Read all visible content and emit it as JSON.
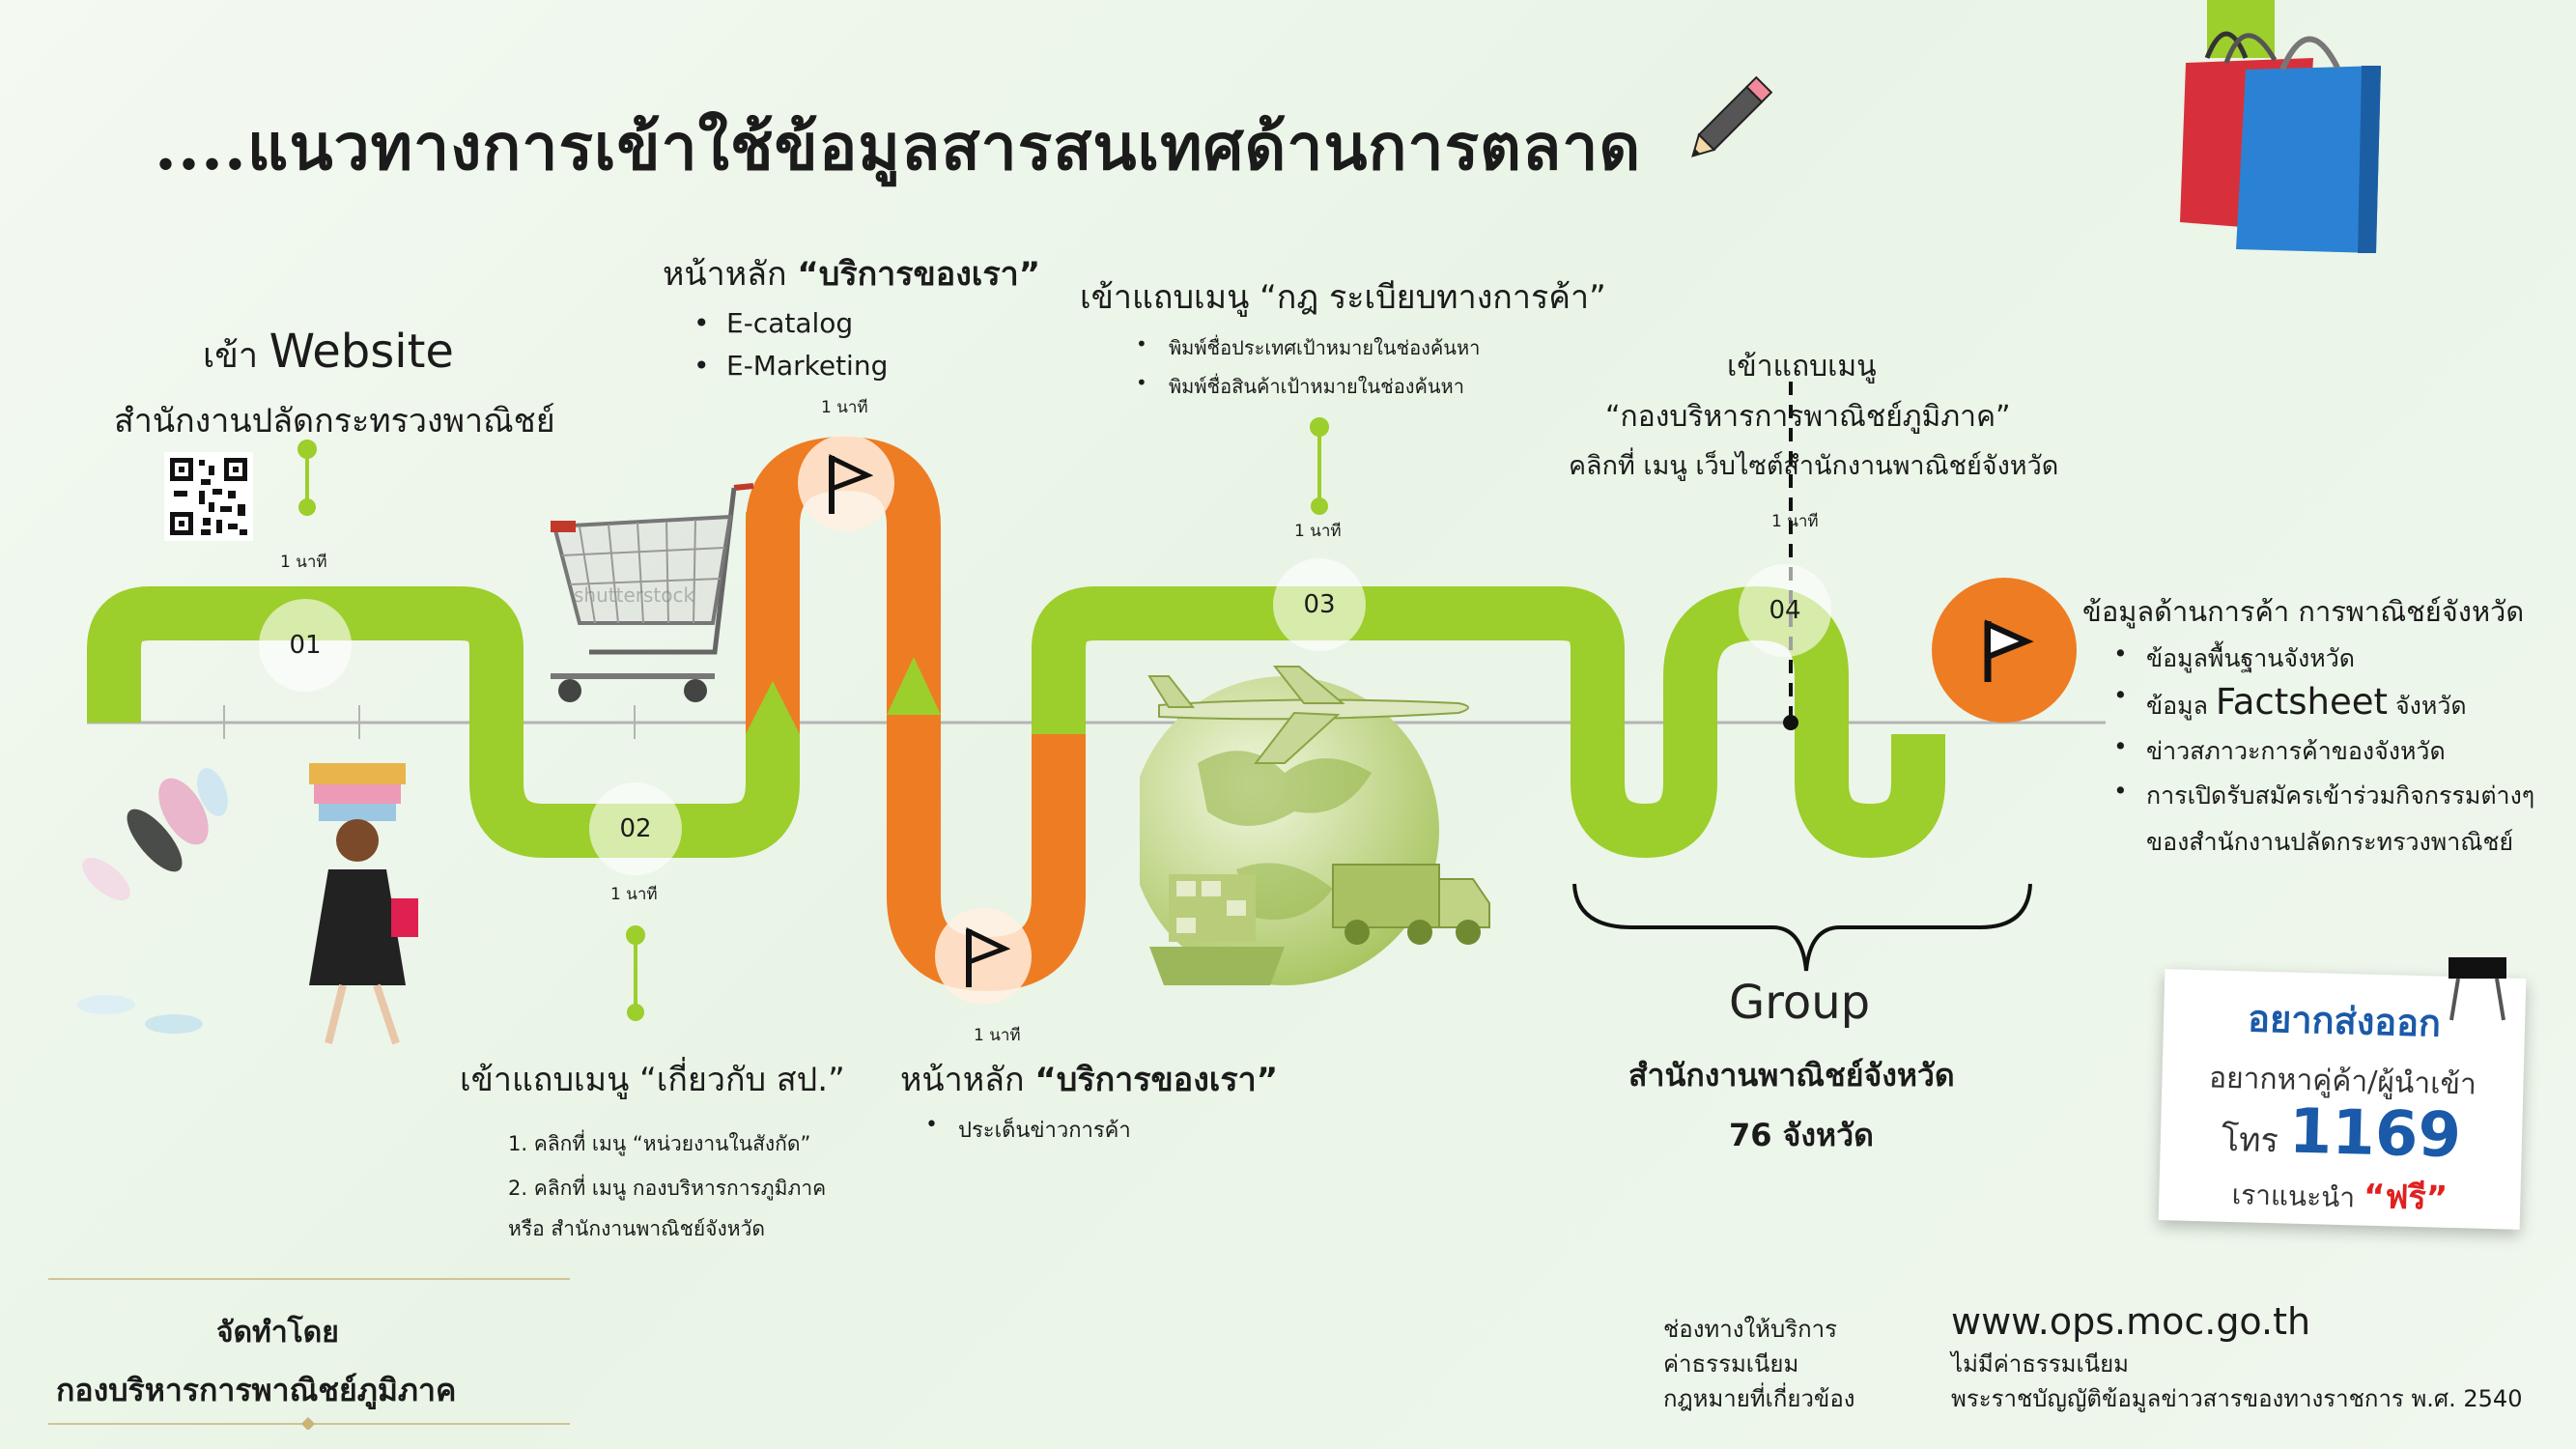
{
  "title": "....แนวทางการเข้าใช้ข้อมูลสารสนเทศด้านการตลาด",
  "step1": {
    "heading_prefix": "เข้า",
    "heading_en": "Website",
    "subheading": "สำนักงานปลัดกระทรวงพาณิชย์",
    "number": "01",
    "time": "1 นาที"
  },
  "step2": {
    "number": "02",
    "time": "1 นาที",
    "heading": "เข้าแถบเมนู “เกี่ยวกับ สป.”",
    "items": [
      "1. คลิกที่ เมนู “หน่วยงานในสังกัด”",
      "2. คลิกที่ เมนู กองบริหารการภูมิภาค",
      "หรือ สำนักงานพาณิชย์จังหวัด"
    ]
  },
  "step_top_flag": {
    "heading_prefix": "หน้าหลัก",
    "heading_bold": "“บริการของเรา”",
    "items": [
      "E-catalog",
      "E-Marketing"
    ],
    "time": "1 นาที"
  },
  "step_bottom_flag": {
    "heading_prefix": "หน้าหลัก",
    "heading_bold": "“บริการของเรา”",
    "items": [
      "ประเด็นข่าวการค้า"
    ],
    "time": "1 นาที"
  },
  "step3": {
    "number": "03",
    "time": "1 นาที",
    "heading": "เข้าแถบเมนู “กฎ ระเบียบทางการค้า”",
    "items": [
      "พิมพ์ชื่อประเทศเป้าหมายในช่องค้นหา",
      "พิมพ์ชื่อสินค้าเป้าหมายในช่องค้นหา"
    ]
  },
  "step4": {
    "number": "04",
    "time": "1 นาที",
    "line1": "เข้าแถบเมนู",
    "line2": "“กองบริหารการพาณิชย์ภูมิภาค”",
    "line3": "คลิกที่ เมนู เว็บไซต์สำนักงานพาณิชย์จังหวัด"
  },
  "final": {
    "heading": "ข้อมูลด้านการค้า การพาณิชย์จังหวัด",
    "items": [
      "ข้อมูลพื้นฐานจังหวัด",
      "ข้อมูล",
      "ข่าวสภาวะการค้าของจังหวัด",
      "การเปิดรับสมัครเข้าร่วมกิจกรรมต่างๆ"
    ],
    "factsheet": "Factsheet",
    "factsheet_suffix": "จังหวัด",
    "item4_line2": "ของสำนักงานปลัดกระทรวงพาณิชย์"
  },
  "group": {
    "label": "Group",
    "line1": "สำนักงานพาณิชย์จังหวัด",
    "line2": "76 จังหวัด"
  },
  "watermark": "shutterstock",
  "callout": {
    "line1": "อยากส่งออก",
    "line2": "อยากหาคู่ค้า/ผู้นำเข้า",
    "line3_prefix": "โทร",
    "phone": "1169",
    "line4_prefix": "เราแนะนำ",
    "line4_free": "“ฟรี”"
  },
  "footer_left": {
    "line1": "จัดทำโดย",
    "line2": "กองบริหารการพาณิชย์ภูมิภาค"
  },
  "footer_right": {
    "labels": [
      "ช่องทางให้บริการ",
      "ค่าธรรมเนียม",
      "กฎหมายที่เกี่ยวข้อง"
    ],
    "values": [
      "www.ops.moc.go.th",
      "ไม่มีค่าธรรมเนียม",
      "พระราชบัญญัติข้อมูลข่าวสารของทางราชการ พ.ศ. 2540"
    ]
  },
  "colors": {
    "green": "#9cce2c",
    "orange": "#ee7c23",
    "blue": "#1a5aa8",
    "red": "#e02020"
  }
}
